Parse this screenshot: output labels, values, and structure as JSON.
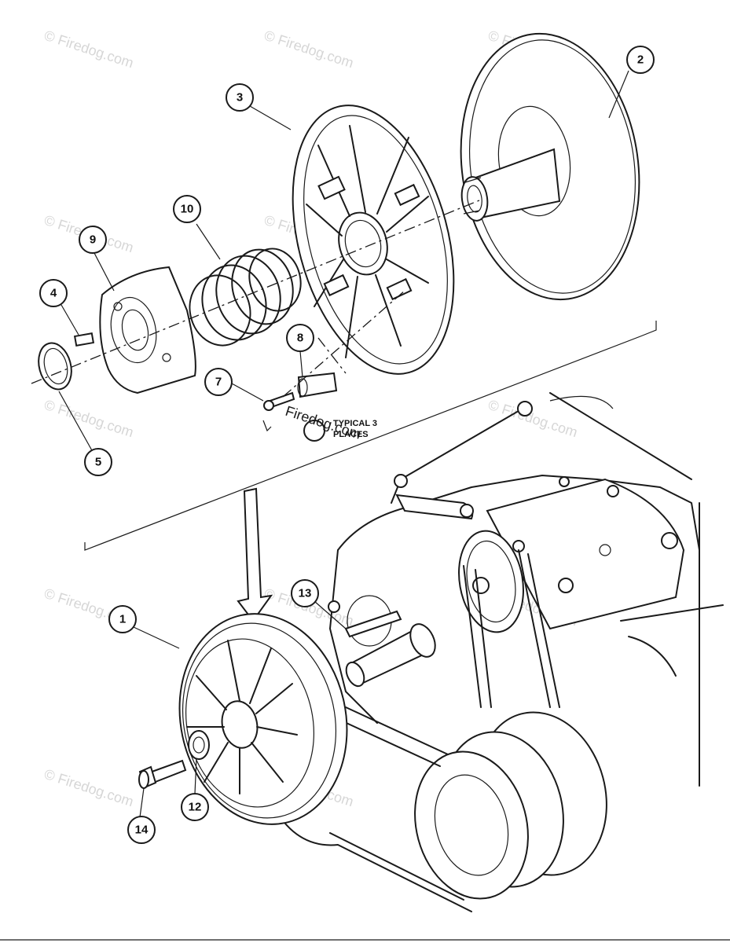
{
  "callouts": [
    {
      "id": "c1",
      "label": "1"
    },
    {
      "id": "c2",
      "label": "2"
    },
    {
      "id": "c3",
      "label": "3"
    },
    {
      "id": "c4",
      "label": "4"
    },
    {
      "id": "c5",
      "label": "5"
    },
    {
      "id": "c7",
      "label": "7"
    },
    {
      "id": "c8",
      "label": "8"
    },
    {
      "id": "c9",
      "label": "9"
    },
    {
      "id": "c10",
      "label": "10"
    },
    {
      "id": "c12",
      "label": "12"
    },
    {
      "id": "c13",
      "label": "13"
    },
    {
      "id": "c14",
      "label": "14"
    }
  ],
  "note": {
    "line1": "TYPICAL 3",
    "line2": "PLACES"
  },
  "watermark": {
    "text": "© Firedog.com",
    "text_inline": "Firedog.com"
  }
}
